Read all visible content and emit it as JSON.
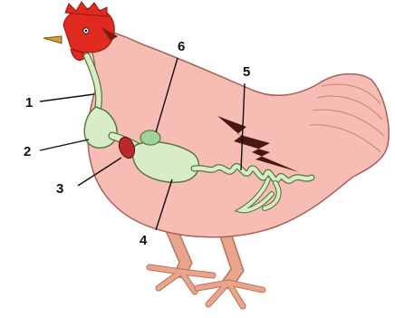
{
  "colors": {
    "body_fill": "#f7bdb4",
    "body_stroke": "#a8605a",
    "comb": "#e02a1f",
    "organ_fill": "#d8ecc9",
    "organ_stroke": "#557a3a",
    "gizzard_fill": "#9ed49a",
    "spleen_fill": "#b82a2a",
    "wing_mark": "#4a1712",
    "legs": "#e9a58c",
    "label_color": "#111111"
  },
  "labels": [
    "1",
    "2",
    "3",
    "4",
    "5",
    "6"
  ],
  "icons": {
    "subject": "chicken-anatomy-illustration"
  }
}
